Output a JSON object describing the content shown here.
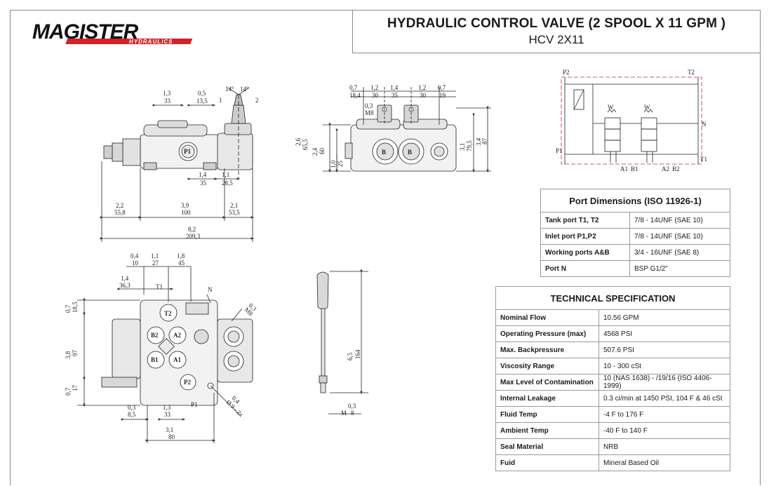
{
  "brand": {
    "name": "MAGISTER",
    "tagline": "HYDRAULICS",
    "colors": {
      "red": "#d2232a",
      "black": "#111111"
    }
  },
  "title": {
    "main": "HYDRAULIC CONTROL VALVE (2 SPOOL X 11 GPM )",
    "sub": "HCV 2X11"
  },
  "drawing": {
    "side_view": {
      "top_dims": [
        {
          "imp": "1,3",
          "mm": "33"
        },
        {
          "imp": "0,5",
          "mm": "13,5"
        }
      ],
      "angles": [
        "14°",
        "14°"
      ],
      "lever_positions": [
        "1",
        "2"
      ],
      "port_label": "P1",
      "lower_dims": [
        {
          "imp": "1,4",
          "mm": "35"
        },
        {
          "imp": "1,1",
          "mm": "28,5"
        }
      ],
      "bottom_dims": [
        {
          "imp": "2,2",
          "mm": "55,8"
        },
        {
          "imp": "3,9",
          "mm": "100"
        },
        {
          "imp": "2,1",
          "mm": "53,5"
        }
      ],
      "overall": {
        "imp": "8,2",
        "mm": "209,3"
      }
    },
    "front_view": {
      "top_dims": [
        {
          "imp": "0,7",
          "mm": "18,4"
        },
        {
          "imp": "1,2",
          "mm": "30"
        },
        {
          "imp": "1,4",
          "mm": "35"
        },
        {
          "imp": "1,2",
          "mm": "30"
        },
        {
          "imp": "0,7",
          "mm": "19"
        }
      ],
      "thread": {
        "imp": "0,3",
        "mm": "M8"
      },
      "left_dims": [
        {
          "imp": "2,6",
          "mm": "65,5"
        },
        {
          "imp": "2,4",
          "mm": "60"
        },
        {
          "imp": "1,0",
          "mm": "25"
        }
      ],
      "right_dims": [
        {
          "imp": "3,1",
          "mm": "79,5"
        },
        {
          "imp": "3,4",
          "mm": "87"
        }
      ],
      "spool_labels": [
        "B",
        "B"
      ]
    },
    "top_view": {
      "top_dims": [
        {
          "imp": "0,4",
          "mm": "10"
        },
        {
          "imp": "1,1",
          "mm": "27"
        },
        {
          "imp": "1,8",
          "mm": "45"
        }
      ],
      "dim_1": {
        "imp": "1,4",
        "mm": "36,3"
      },
      "labels": {
        "t1": "T1",
        "n": "N",
        "t2": "T2",
        "b2": "B2",
        "a2": "A2",
        "b1": "B1",
        "a1": "A1",
        "p2": "P2",
        "p1": "P1"
      },
      "thread": {
        "imp": "0,3",
        "mm": "M8"
      },
      "left_dims": [
        {
          "imp": "0,7",
          "mm": "18,5"
        },
        {
          "imp": "3,8",
          "mm": "97"
        },
        {
          "imp": "0,7",
          "mm": "17"
        }
      ],
      "hole_dim": {
        "imp": "0,4",
        "mm": "Ø 9 - 2x"
      },
      "bottom_dims": [
        {
          "imp": "0,3",
          "mm": "8,5"
        },
        {
          "imp": "1,3",
          "mm": "33"
        }
      ],
      "overall": {
        "imp": "3,1",
        "mm": "80"
      }
    },
    "handle_view": {
      "length": {
        "imp": "6,5",
        "mm": "164"
      },
      "thread": {
        "imp": "0,3",
        "label": "M",
        "mm": "8"
      }
    },
    "schematic": {
      "labels": [
        "P2",
        "T2",
        "N",
        "P1",
        "T1",
        "A1",
        "B1",
        "A2",
        "B2"
      ],
      "spring_labels": [
        "W",
        "W"
      ]
    }
  },
  "port_dimensions": {
    "header": "Port Dimensions (ISO 11926-1)",
    "rows": [
      {
        "label": "Tank port T1, T2",
        "value": "7/8 - 14UNF (SAE 10)"
      },
      {
        "label": "Inlet port P1,P2",
        "value": "7/8 - 14UNF (SAE 10)"
      },
      {
        "label": "Working ports A&B",
        "value": "3/4 - 16UNF (SAE 8)"
      },
      {
        "label": "Port N",
        "value": "BSP G1/2\""
      }
    ]
  },
  "technical_specification": {
    "header": "TECHNICAL SPECIFICATION",
    "rows": [
      {
        "label": "Nominal Flow",
        "value": "10.56 GPM"
      },
      {
        "label": "Operating Pressure (max)",
        "value": "4568 PSI"
      },
      {
        "label": "Max. Backpressure",
        "value": "507.6 PSI"
      },
      {
        "label": "Viscosity Range",
        "value": "10 - 300 cSt"
      },
      {
        "label": "Max Level of Contamination",
        "value": "10 (NAS 1638) - /19/16 (ISO 4406-1999)"
      },
      {
        "label": "Internal Leakage",
        "value": "0.3 ci/min at 1450 PSI, 104 F & 46 cSt"
      },
      {
        "label": "Fluid Temp",
        "value": "-4 F to 176 F"
      },
      {
        "label": "Ambient Temp",
        "value": "-40 F to 140 F"
      },
      {
        "label": "Seal Material",
        "value": "NRB"
      },
      {
        "label": "Fuid",
        "value": "Mineral Based Oil"
      }
    ]
  }
}
